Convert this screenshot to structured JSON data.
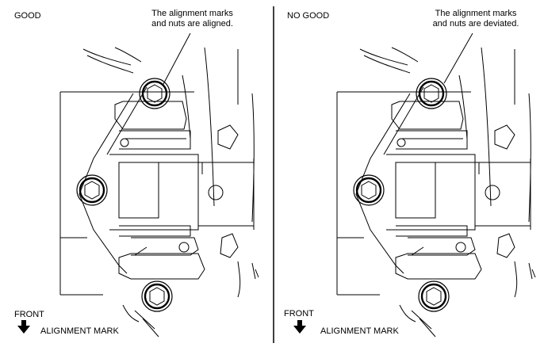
{
  "panels": [
    {
      "status": "GOOD",
      "callout_line1": "The alignment marks",
      "callout_line2": "and nuts are aligned.",
      "front": "FRONT",
      "alignment_mark": "ALIGNMENT MARK"
    },
    {
      "status": "NO GOOD",
      "callout_line1": "The alignment marks",
      "callout_line2": "and nuts are deviated.",
      "front": "FRONT",
      "alignment_mark": "ALIGNMENT MARK"
    }
  ]
}
